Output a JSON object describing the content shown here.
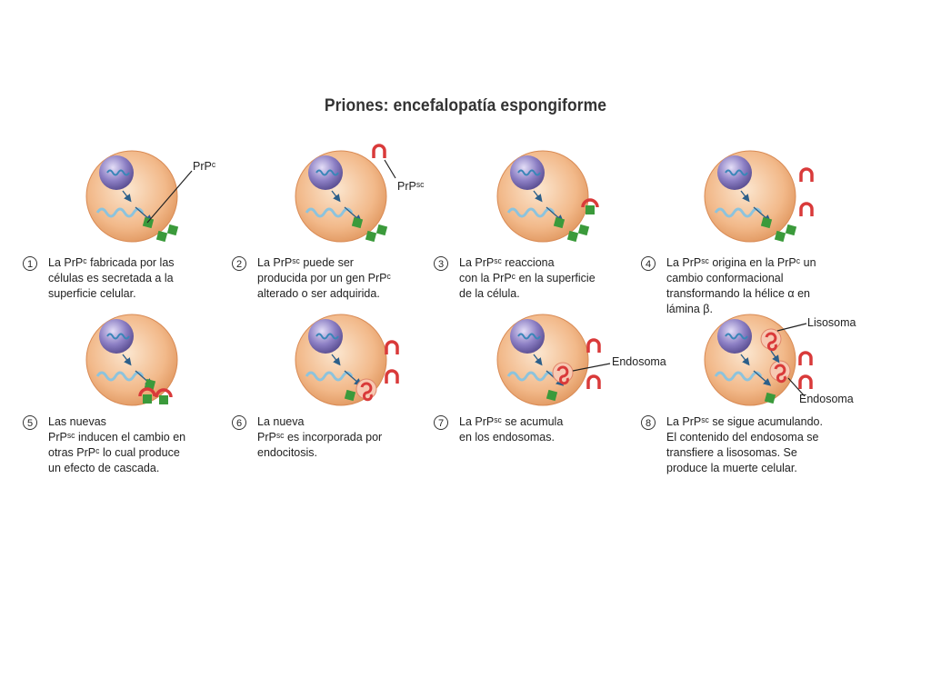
{
  "title": "Priones: encefalopatía espongiforme",
  "steps": [
    {
      "number": "1",
      "caption": "La PrPᶜ fabricada por las\ncélulas es secretada a la\nsuperficie celular."
    },
    {
      "number": "2",
      "caption": "La PrPˢᶜ puede ser\nproducida por un gen PrPᶜ\nalterado o ser adquirida."
    },
    {
      "number": "3",
      "caption": "La PrPˢᶜ reacciona\ncon la PrPᶜ en la superficie\nde la célula."
    },
    {
      "number": "4",
      "caption": "La PrPˢᶜ origina en la PrPᶜ un\ncambio conformacional\ntransformando la hélice α en\nlámina β."
    },
    {
      "number": "5",
      "caption": "Las nuevas\nPrPˢᶜ inducen el cambio en\notras PrPᶜ lo cual produce\nun efecto de cascada."
    },
    {
      "number": "6",
      "caption": "La nueva\nPrPˢᶜ es incorporada por\nendocitosis."
    },
    {
      "number": "7",
      "caption": "La PrPˢᶜ se acumula\nen los endosomas."
    },
    {
      "number": "8",
      "caption": "La PrPˢᶜ se sigue acumulando.\nEl contenido del endosoma se\ntransfiere a lisosomas. Se\nproduce la muerte celular."
    }
  ],
  "labels": {
    "prpc": "PrPᶜ",
    "prpsc": "PrPˢᶜ",
    "endosoma": "Endosoma",
    "lisosoma": "Lisosoma"
  },
  "colors": {
    "cell": "#f2b98a",
    "nucleus": "#8c7fc4",
    "dna": "#3a86b8",
    "prpc": "#3b9a3b",
    "prpsc": "#d93a3a"
  }
}
